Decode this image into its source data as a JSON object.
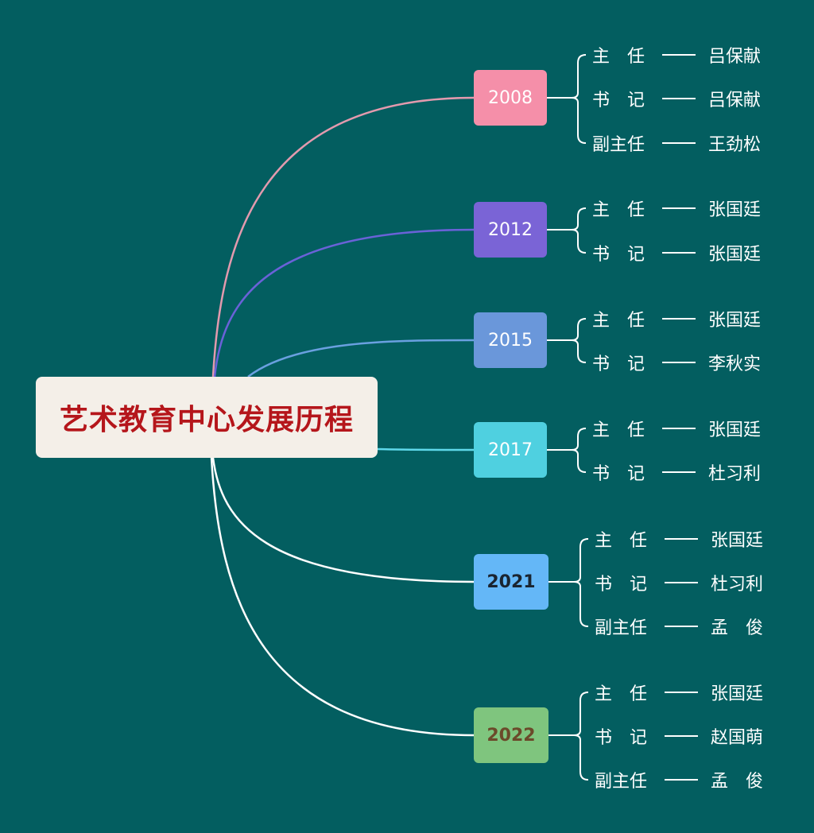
{
  "title": "艺术教育中心发展历程",
  "colors": {
    "background": "#035e60",
    "root_fill": "#f4efe8",
    "root_text": "#b5161b",
    "connector_2017_onward": "#ffffff"
  },
  "branches": [
    {
      "year": "2008",
      "color": "#f58fa9",
      "line_color": "#e39aae",
      "text_color": "#ffffff",
      "bold": false,
      "entries": [
        {
          "role": "主　任",
          "person": "吕保献"
        },
        {
          "role": "书　记",
          "person": "吕保献"
        },
        {
          "role": "副主任",
          "person": "王劲松"
        }
      ]
    },
    {
      "year": "2012",
      "color": "#7a64d6",
      "line_color": "#6a62d8",
      "text_color": "#ffffff",
      "bold": false,
      "entries": [
        {
          "role": "主　任",
          "person": "张国廷"
        },
        {
          "role": "书　记",
          "person": "张国廷"
        }
      ]
    },
    {
      "year": "2015",
      "color": "#6a97da",
      "line_color": "#6aa0e0",
      "text_color": "#ffffff",
      "bold": false,
      "entries": [
        {
          "role": "主　任",
          "person": "张国廷"
        },
        {
          "role": "书　记",
          "person": "李秋实"
        }
      ]
    },
    {
      "year": "2017",
      "color": "#4fd0e0",
      "line_color": "#5fd8ea",
      "text_color": "#ffffff",
      "bold": false,
      "entries": [
        {
          "role": "主　任",
          "person": "张国廷"
        },
        {
          "role": "书　记",
          "person": "杜习利"
        }
      ]
    },
    {
      "year": "2021",
      "color": "#64b7f7",
      "line_color": "#ffffff",
      "text_color": "#1a2430",
      "bold": true,
      "entries": [
        {
          "role": "主　任",
          "person": "张国廷"
        },
        {
          "role": "书　记",
          "person": "杜习利"
        },
        {
          "role": "副主任",
          "person": "孟　俊"
        }
      ]
    },
    {
      "year": "2022",
      "color": "#7fc57e",
      "line_color": "#ffffff",
      "text_color": "#6b4a2a",
      "bold": true,
      "entries": [
        {
          "role": "主　任",
          "person": "张国廷"
        },
        {
          "role": "书　记",
          "person": "赵国萌"
        },
        {
          "role": "副主任",
          "person": "孟　俊"
        }
      ]
    }
  ]
}
